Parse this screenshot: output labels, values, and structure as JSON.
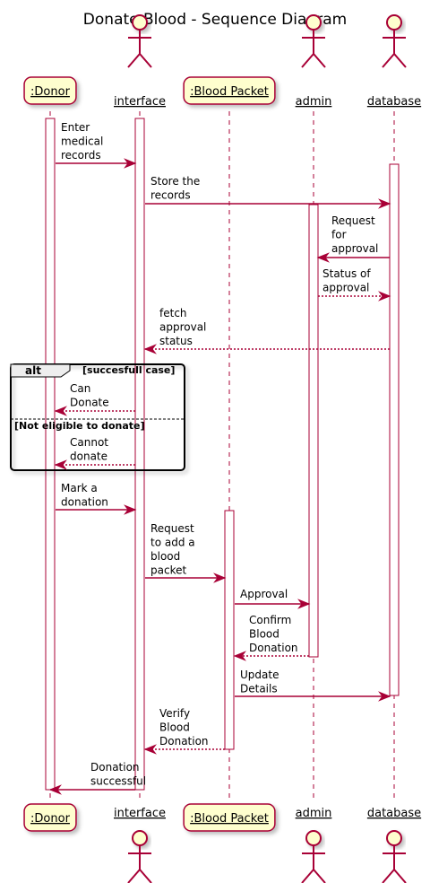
{
  "title": "Donate Blood - Sequence Diagram",
  "participants": [
    {
      "id": "donor",
      "label": ":Donor",
      "kind": "box"
    },
    {
      "id": "interface",
      "label": "interface",
      "kind": "actor"
    },
    {
      "id": "blood",
      "label": ":Blood Packet",
      "kind": "box"
    },
    {
      "id": "admin",
      "label": "admin",
      "kind": "actor"
    },
    {
      "id": "database",
      "label": "database",
      "kind": "actor"
    }
  ],
  "messages": [
    {
      "from": "donor",
      "to": "interface",
      "lines": [
        "Enter",
        "medical",
        "records"
      ],
      "style": "solid"
    },
    {
      "from": "interface",
      "to": "database",
      "lines": [
        "Store the",
        "records"
      ],
      "style": "solid"
    },
    {
      "from": "database",
      "to": "admin",
      "lines": [
        "Request",
        "for",
        "approval"
      ],
      "style": "solid"
    },
    {
      "from": "admin",
      "to": "database",
      "lines": [
        "Status of",
        "approval"
      ],
      "style": "dotted"
    },
    {
      "from": "database",
      "to": "interface",
      "lines": [
        "fetch",
        "approval",
        "status"
      ],
      "style": "dotted"
    },
    {
      "from": "interface",
      "to": "donor",
      "lines": [
        "Can",
        "Donate"
      ],
      "style": "dotted"
    },
    {
      "from": "interface",
      "to": "donor",
      "lines": [
        "Cannot",
        "donate"
      ],
      "style": "dotted"
    },
    {
      "from": "donor",
      "to": "interface",
      "lines": [
        "Mark a",
        "donation"
      ],
      "style": "solid"
    },
    {
      "from": "interface",
      "to": "blood",
      "lines": [
        "Request",
        "to add a",
        "blood",
        "packet"
      ],
      "style": "solid"
    },
    {
      "from": "blood",
      "to": "admin",
      "lines": [
        "Approval"
      ],
      "style": "solid"
    },
    {
      "from": "admin",
      "to": "blood",
      "lines": [
        "Confirm",
        "Blood",
        "Donation"
      ],
      "style": "dotted"
    },
    {
      "from": "blood",
      "to": "database",
      "lines": [
        "Update",
        "Details"
      ],
      "style": "solid"
    },
    {
      "from": "blood",
      "to": "interface",
      "lines": [
        "Verify",
        "Blood",
        "Donation"
      ],
      "style": "dotted"
    },
    {
      "from": "interface",
      "to": "donor",
      "lines": [
        "Donation",
        "successful"
      ],
      "style": "solid"
    }
  ],
  "fragment": {
    "keyword": "alt",
    "guard1": "[succesfull case]",
    "guard2": "[Not eligible to donate]"
  },
  "colors": {
    "line": "#A80036",
    "fill": "#FEFECE",
    "text": "#000000"
  }
}
